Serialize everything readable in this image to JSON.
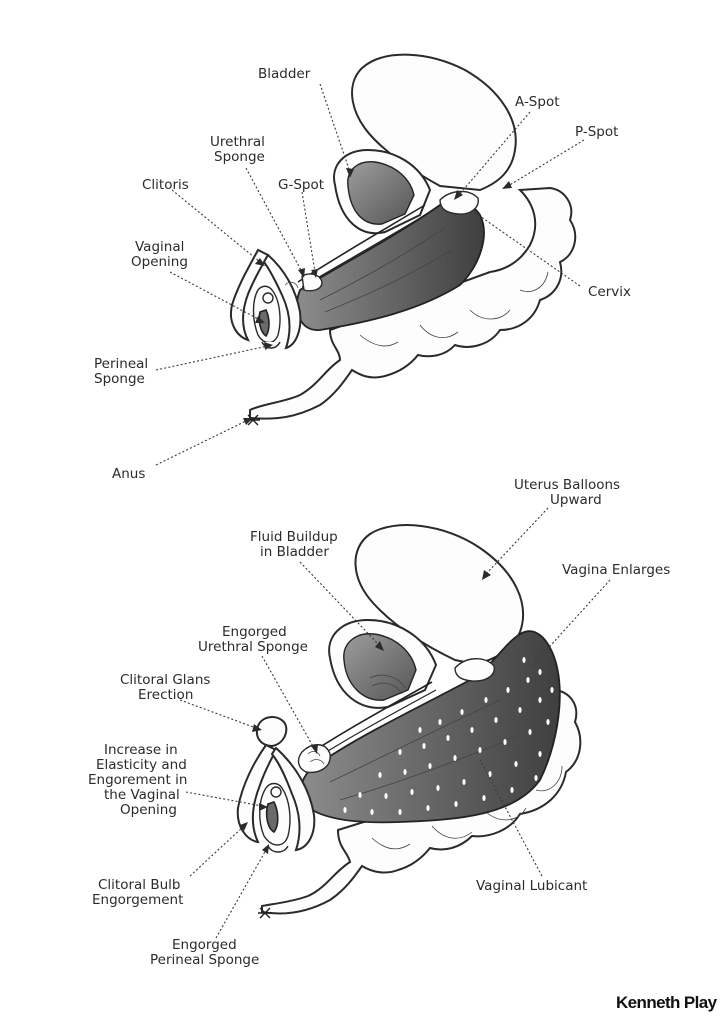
{
  "top_labels": {
    "bladder": "Bladder",
    "a_spot": "A-Spot",
    "p_spot": "P-Spot",
    "urethral_sponge_1": "Urethral",
    "urethral_sponge_2": "Sponge",
    "clitoris": "Clitoris",
    "g_spot": "G-Spot",
    "vaginal_opening_1": "Vaginal",
    "vaginal_opening_2": "Opening",
    "cervix": "Cervix",
    "perineal_sponge_1": "Perineal",
    "perineal_sponge_2": "Sponge",
    "anus": "Anus"
  },
  "bottom_labels": {
    "uterus_1": "Uterus Balloons",
    "uterus_2": "Upward",
    "fluid_1": "Fluid Buildup",
    "fluid_2": "in Bladder",
    "vagina_enlarges": "Vagina Enlarges",
    "engorged_urethral_1": "Engorged",
    "engorged_urethral_2": "Urethral Sponge",
    "glans_1": "Clitoral Glans",
    "glans_2": "Erection",
    "elasticity_1": "Increase in",
    "elasticity_2": "Elasticity and",
    "elasticity_3": "Engorement in",
    "elasticity_4": "the Vaginal",
    "elasticity_5": "Opening",
    "bulb_1": "Clitoral Bulb",
    "bulb_2": "Engorgement",
    "perineal_1": "Engorged",
    "perineal_2": "Perineal Sponge",
    "lubricant": "Vaginal Lubicant"
  },
  "branding": {
    "logo_text": "Kenneth Play"
  }
}
